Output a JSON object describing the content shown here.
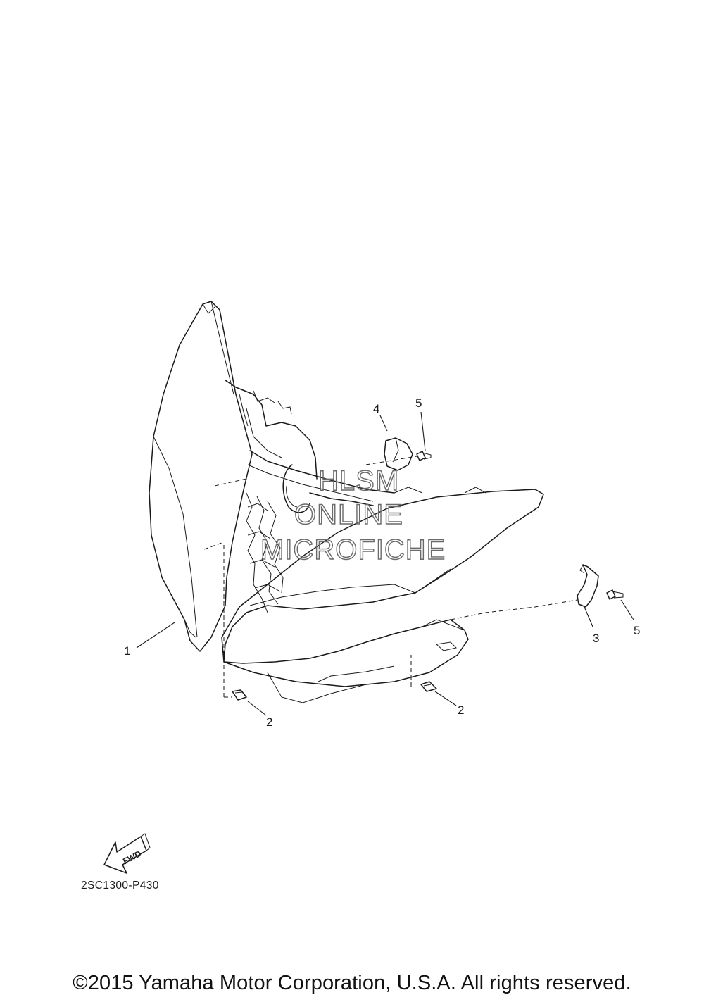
{
  "callouts": [
    {
      "text": "1"
    },
    {
      "text": "2"
    },
    {
      "text": "2"
    },
    {
      "text": "3"
    },
    {
      "text": "4"
    },
    {
      "text": "5"
    },
    {
      "text": "5"
    }
  ],
  "watermark": {
    "line1": "HLSM",
    "line2": "ONLINE",
    "line3": "MICROFICHE"
  },
  "direction_marker": {
    "label": "FWD"
  },
  "diagram_code": "2SC1300-P430",
  "copyright": "©2015 Yamaha Motor Corporation, U.S.A. All rights reserved."
}
